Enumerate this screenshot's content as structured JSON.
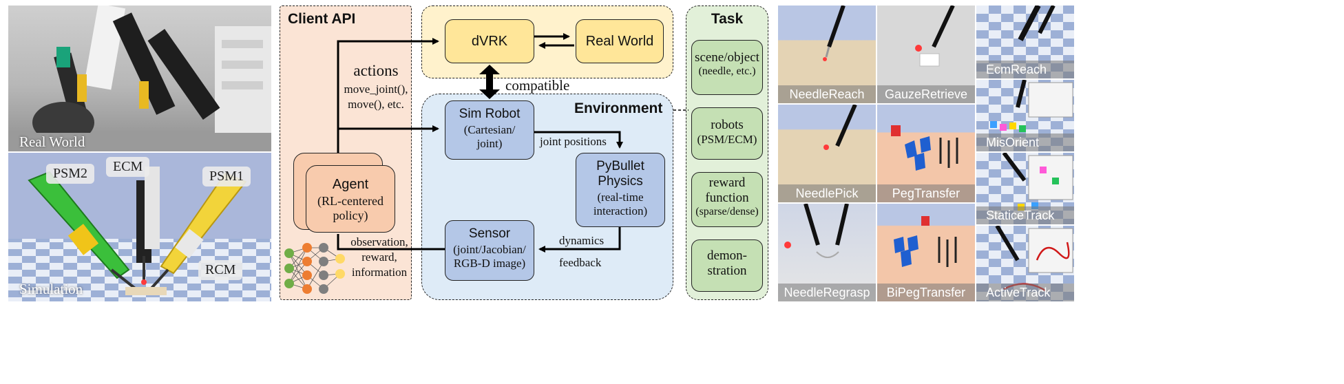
{
  "left_photos": {
    "real_world_label": "Real World",
    "simulation_label": "Simulation",
    "callouts": {
      "psm2": "PSM2",
      "ecm": "ECM",
      "psm1": "PSM1",
      "rcm": "RCM"
    }
  },
  "client_api": {
    "title": "Client API",
    "actions_title": "actions",
    "actions_line1": "move_joint(),",
    "actions_line2": "move(), etc.",
    "agent_title": "Agent",
    "agent_line1": "(RL-centered",
    "agent_line2": "policy)",
    "obs_line1": "observation,",
    "obs_line2": "reward,",
    "obs_line3": "information"
  },
  "top_box": {
    "dvrk": "dVRK",
    "real_world": "Real World",
    "compatible": "compatible"
  },
  "environment": {
    "title": "Environment",
    "sim_robot_title": "Sim Robot",
    "sim_robot_line1": "(Cartesian/",
    "sim_robot_line2": "joint)",
    "joint_positions": "joint positions",
    "pybullet_line1": "PyBullet",
    "pybullet_line2": "Physics",
    "pybullet_line3": "(real-time",
    "pybullet_line4": "interaction)",
    "sensor_title": "Sensor",
    "sensor_line1": "(joint/Jacobian/",
    "sensor_line2": "RGB-D image)",
    "dynamics": "dynamics",
    "feedback": "feedback"
  },
  "task": {
    "title": "Task",
    "items": [
      {
        "line1": "scene/object",
        "line2": "(needle, etc.)"
      },
      {
        "line1": "robots",
        "line2": "(PSM/ECM)"
      },
      {
        "line1": "reward",
        "line2": "function",
        "line3": "(sparse/dense)"
      },
      {
        "line1": "demon-",
        "line2": "stration"
      }
    ]
  },
  "task_tiles": [
    "NeedleReach",
    "GauzeRetrieve",
    "EcmReach",
    "NeedlePick",
    "PegTransfer",
    "MisOrient",
    "StaticeTrack",
    "NeedleRegrasp",
    "BiPegTransfer",
    "ActiveTrack"
  ],
  "colors": {
    "client_bg": "#fbe4d5",
    "agent_fill": "#f8cbad",
    "top_bg": "#fff2cc",
    "dvrk_fill": "#ffe699",
    "env_bg": "#deebf7",
    "env_box_fill": "#b4c7e7",
    "task_bg": "#e2f0d9",
    "task_box_fill": "#c5e0b4"
  }
}
